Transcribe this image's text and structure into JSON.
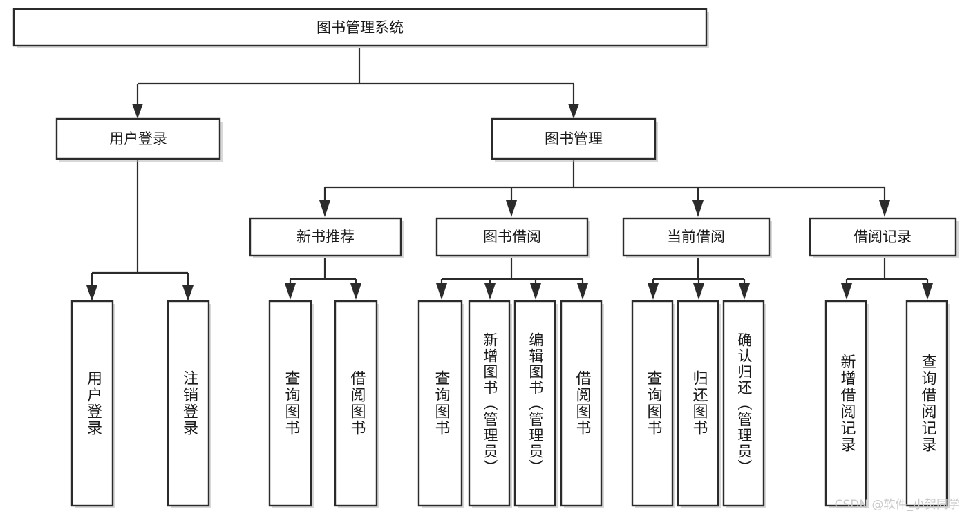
{
  "diagram": {
    "title": "图书管理系统",
    "watermark": "CSDN @软件_小贺同学",
    "colors": {
      "box_stroke": "#2b2b2b",
      "box_fill": "#ffffff",
      "edge": "#2b2b2b",
      "text": "#1a1a1a",
      "watermark": "#c9c9c9",
      "background": "#ffffff"
    },
    "nodes": {
      "root": {
        "label": "图书管理系统"
      },
      "level1": [
        {
          "label": "用户登录"
        },
        {
          "label": "图书管理"
        }
      ],
      "level2": [
        {
          "label": "新书推荐"
        },
        {
          "label": "图书借阅"
        },
        {
          "label": "当前借阅"
        },
        {
          "label": "借阅记录"
        }
      ],
      "leaves": {
        "user_login": [
          {
            "label": "用户登录"
          },
          {
            "label": "注销登录"
          }
        ],
        "new_book_recommend": [
          {
            "label": "查询图书"
          },
          {
            "label": "借阅图书"
          }
        ],
        "book_borrow": [
          {
            "label": "查询图书"
          },
          {
            "label": "新增图书（管理员）"
          },
          {
            "label": "编辑图书（管理员）"
          },
          {
            "label": "借阅图书"
          }
        ],
        "current_borrow": [
          {
            "label": "查询图书"
          },
          {
            "label": "归还图书"
          },
          {
            "label": "确认归还（管理员）"
          }
        ],
        "borrow_records": [
          {
            "label": "新增借阅记录"
          },
          {
            "label": "查询借阅记录"
          }
        ]
      }
    },
    "chart_data": {
      "type": "tree",
      "title": "图书管理系统",
      "orientation": "top-down",
      "edges": [
        {
          "from": "图书管理系统",
          "to": "用户登录"
        },
        {
          "from": "图书管理系统",
          "to": "图书管理"
        },
        {
          "from": "用户登录",
          "to": "用户登录"
        },
        {
          "from": "用户登录",
          "to": "注销登录"
        },
        {
          "from": "图书管理",
          "to": "新书推荐"
        },
        {
          "from": "图书管理",
          "to": "图书借阅"
        },
        {
          "from": "图书管理",
          "to": "当前借阅"
        },
        {
          "from": "图书管理",
          "to": "借阅记录"
        },
        {
          "from": "新书推荐",
          "to": "查询图书"
        },
        {
          "from": "新书推荐",
          "to": "借阅图书"
        },
        {
          "from": "图书借阅",
          "to": "查询图书"
        },
        {
          "from": "图书借阅",
          "to": "新增图书（管理员）"
        },
        {
          "from": "图书借阅",
          "to": "编辑图书（管理员）"
        },
        {
          "from": "图书借阅",
          "to": "借阅图书"
        },
        {
          "from": "当前借阅",
          "to": "查询图书"
        },
        {
          "from": "当前借阅",
          "to": "归还图书"
        },
        {
          "from": "当前借阅",
          "to": "确认归还（管理员）"
        },
        {
          "from": "借阅记录",
          "to": "新增借阅记录"
        },
        {
          "from": "借阅记录",
          "to": "查询借阅记录"
        }
      ],
      "levels": 4
    }
  }
}
